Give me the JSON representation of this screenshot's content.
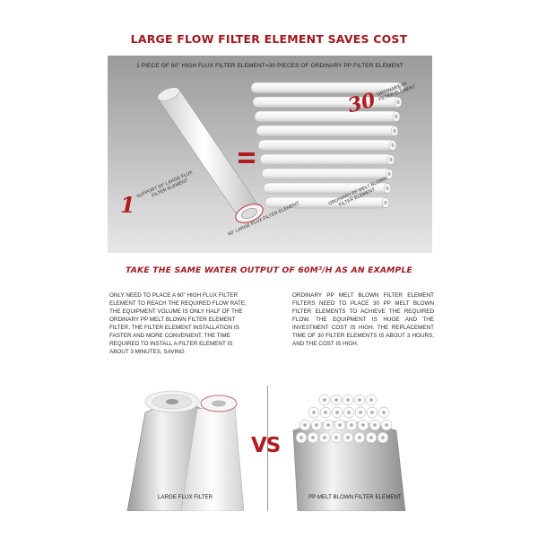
{
  "title": "LARGE FLOW FILTER ELEMENT SAVES COST",
  "hero": {
    "headline": "1 PIECE OF 60\" HIGH FLUX FILTER ELEMENT=30 PIECES OF ORDINARY PP FILTER ELEMENT",
    "equals_sign": "=",
    "left_number": "1",
    "left_label_line1": "SUPPORT 60\" LARGE FLUX",
    "left_label_line2": "FILTER ELEMENT",
    "left_cartridge_label": "60\" LARGE FLUX FILTER ELEMENT",
    "right_number": "30",
    "right_label_line1": "ORDINARY PP",
    "right_label_line2": "FILTER ELEMENT",
    "right_bundle_label_line1": "ORDINARY PP MELT BLOWN",
    "right_bundle_label_line2": "FILTER ELEMENT"
  },
  "subtitle": "TAKE THE SAME WATER OUTPUT OF 60M³/H AS AN EXAMPLE",
  "left_text": "ONLY NEED TO PLACE A 60\" HIGH FLUX FILTER ELEMENT TO REACH THE REQUIRED FLOW RATE, THE EQUIPMENT VOLUME IS ONLY HALF OF THE ORDINARY PP MELT BLOWN FILTER ELEMENT FILTER, THE FILTER ELEMENT INSTALLATION IS FASTER AND MORE CONVENIENT, THE TIME REQUIRED TO INSTALL A FILTER ELEMENT IS ABOUT 3 MINUTES, SAVING",
  "right_text": "ORDINARY PP MELT BLOWN FILTER ELEMENT FILTERS NEED TO PLACE 30 PP MELT BLOWN FILTER ELEMENTS TO ACHIEVE THE REQUIRED FLOW. THE EQUIPMENT IS HUGE AND THE INVESTMENT COST IS HIGH. THE REPLACEMENT TIME OF 30 FILTER ELEMENTS IS ABOUT 3 HOURS, AND THE COST IS HIGH.",
  "comparison": {
    "vs": "VS",
    "left_caption": "LARGE FLUX FILTER",
    "right_caption": "PP MELT BLOWN FILTER ELEMENT"
  },
  "colors": {
    "accent": "#b01c20",
    "title": "#a01820"
  }
}
